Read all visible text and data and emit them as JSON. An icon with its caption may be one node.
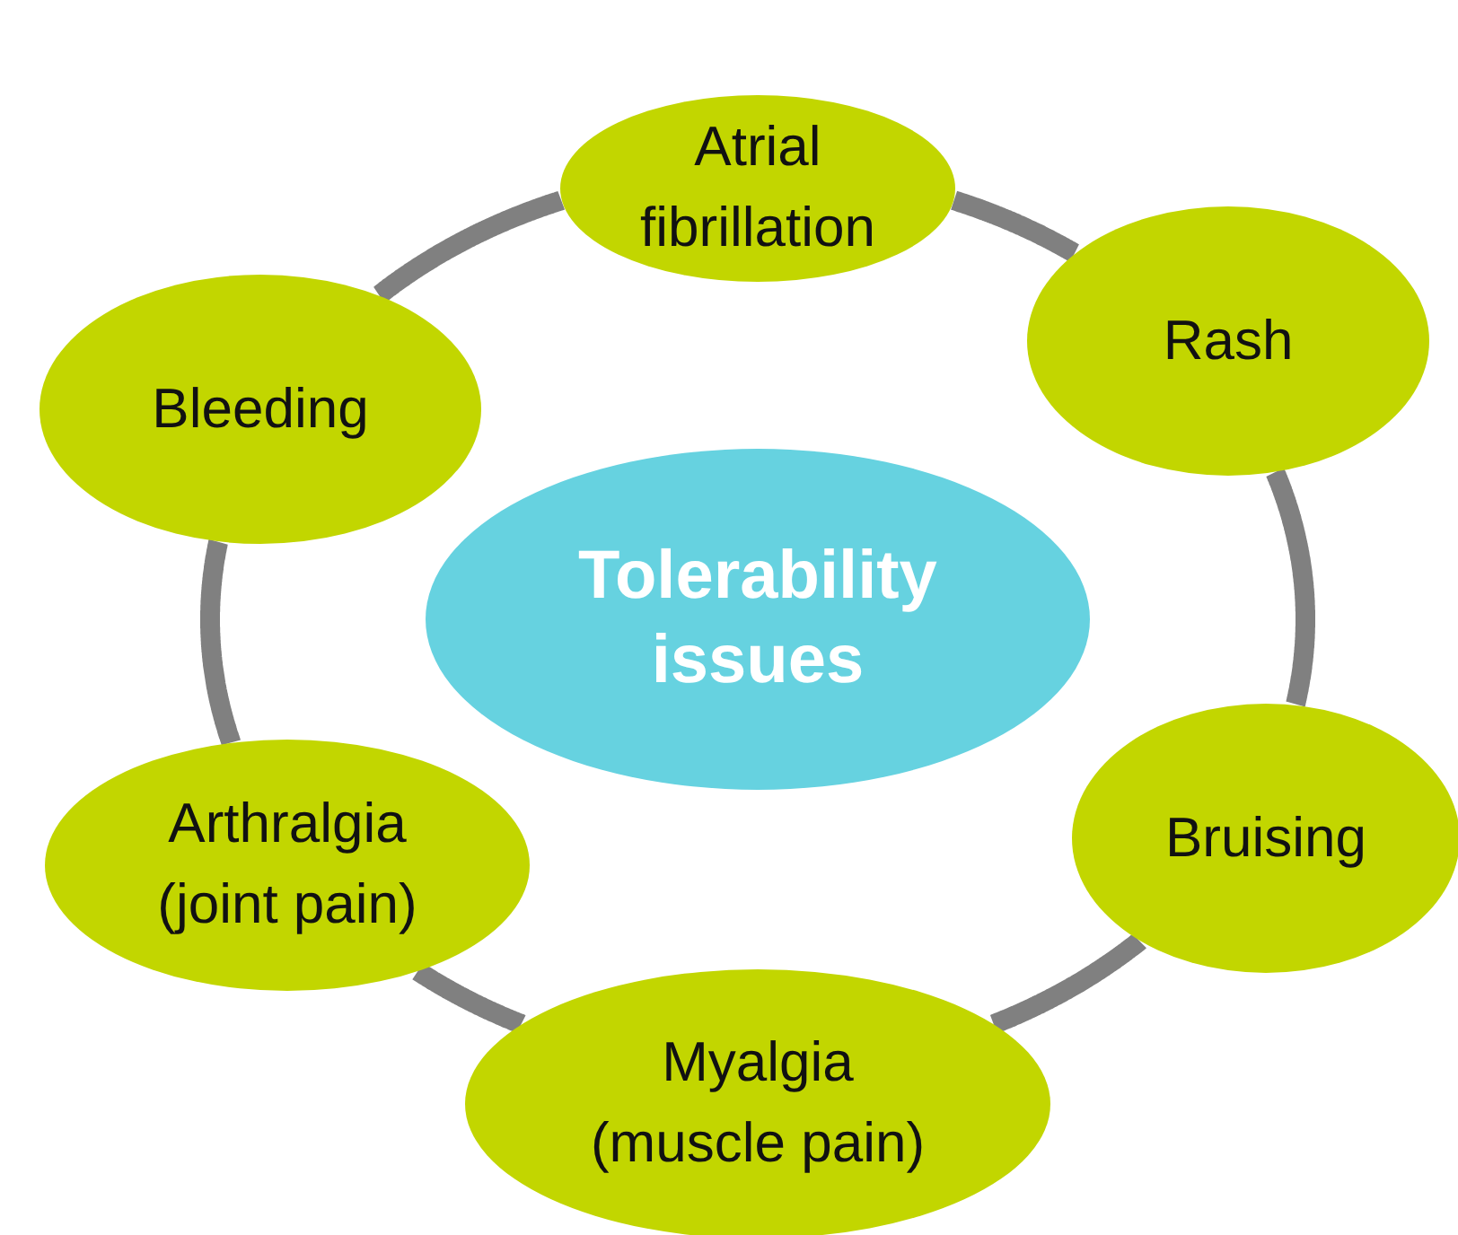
{
  "diagram": {
    "nodes": [
      {
        "text": [
          "Atrial fibrillation"
        ]
      },
      {
        "text": [
          "Rash"
        ]
      },
      {
        "text": [
          "Bleeding"
        ]
      },
      {
        "text": [
          "Tolerability issues"
        ]
      },
      {
        "text": [
          "Bruising"
        ]
      },
      {
        "text": [
          "Arthralgia (joint pain)"
        ]
      },
      {
        "text": [
          "Myalgia (muscle pain)"
        ]
      }
    ],
    "edges": [
      {
        "from": 0,
        "to": 1,
        "arrow": "none"
      },
      {
        "from": 1,
        "to": 4,
        "arrow": "none"
      },
      {
        "from": 4,
        "to": 6,
        "arrow": "none"
      },
      {
        "from": 6,
        "to": 5,
        "arrow": "none"
      },
      {
        "from": 5,
        "to": 2,
        "arrow": "none"
      },
      {
        "from": 2,
        "to": 0,
        "arrow": "none"
      }
    ]
  }
}
